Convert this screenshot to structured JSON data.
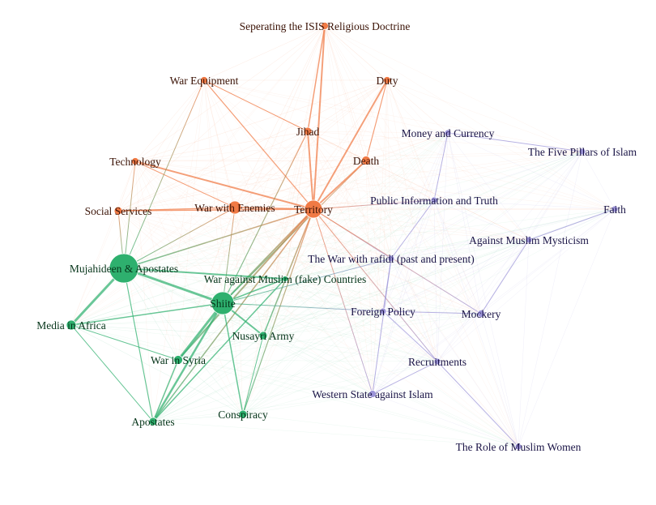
{
  "colors": {
    "orange": "#f07a45",
    "green": "#2eb06e",
    "purple": "#9c94d8",
    "background": "#ffffff"
  },
  "nodes": [
    {
      "id": "sep",
      "label": "Seperating the ISIS Religious Doctrine",
      "group": "orange"
    },
    {
      "id": "wareq",
      "label": "War Equipment",
      "group": "orange"
    },
    {
      "id": "duty",
      "label": "Duty",
      "group": "orange"
    },
    {
      "id": "jihad",
      "label": "Jihad",
      "group": "orange"
    },
    {
      "id": "death",
      "label": "Death",
      "group": "orange"
    },
    {
      "id": "tech",
      "label": "Technology",
      "group": "orange"
    },
    {
      "id": "social",
      "label": "Social Services",
      "group": "orange"
    },
    {
      "id": "warenemies",
      "label": "War with Enemies",
      "group": "orange"
    },
    {
      "id": "territory",
      "label": "Territory",
      "group": "orange"
    },
    {
      "id": "mujahideen",
      "label": "Mujahideen & Apostates",
      "group": "green"
    },
    {
      "id": "waragainst",
      "label": "War against Muslim (fake) Countries",
      "group": "green"
    },
    {
      "id": "shiite",
      "label": "Shiite",
      "group": "green"
    },
    {
      "id": "media",
      "label": "Media in Africa",
      "group": "green"
    },
    {
      "id": "nusayri",
      "label": "Nusayri Army",
      "group": "green"
    },
    {
      "id": "syria",
      "label": "War in Syria",
      "group": "green"
    },
    {
      "id": "apostates",
      "label": "Apostates",
      "group": "green"
    },
    {
      "id": "conspiracy",
      "label": "Conspiracy",
      "group": "green"
    },
    {
      "id": "money",
      "label": "Money and Currency",
      "group": "purple"
    },
    {
      "id": "pillars",
      "label": "The Five Pillars of Islam",
      "group": "purple"
    },
    {
      "id": "faith",
      "label": "Faith",
      "group": "purple"
    },
    {
      "id": "public",
      "label": "Public Information and Truth",
      "group": "purple"
    },
    {
      "id": "mysticism",
      "label": "Against Muslim Mysticism",
      "group": "purple"
    },
    {
      "id": "rafidi",
      "label": "The War with rafidi (past and present)",
      "group": "purple"
    },
    {
      "id": "foreign",
      "label": "Foreign Policy",
      "group": "purple"
    },
    {
      "id": "mockery",
      "label": "Mockery",
      "group": "purple"
    },
    {
      "id": "recruit",
      "label": "Recruitments",
      "group": "purple"
    },
    {
      "id": "western",
      "label": "Western State against Islam",
      "group": "purple"
    },
    {
      "id": "women",
      "label": "The Role of Muslim Women",
      "group": "purple"
    }
  ],
  "edges": [
    {
      "from": "territory",
      "to": "sep",
      "weight": 2
    },
    {
      "from": "territory",
      "to": "duty",
      "weight": 2
    },
    {
      "from": "territory",
      "to": "jihad",
      "weight": 2
    },
    {
      "from": "territory",
      "to": "death",
      "weight": 2
    },
    {
      "from": "territory",
      "to": "tech",
      "weight": 2
    },
    {
      "from": "territory",
      "to": "social",
      "weight": 1.5
    },
    {
      "from": "territory",
      "to": "warenemies",
      "weight": 1.5
    },
    {
      "from": "territory",
      "to": "wareq",
      "weight": 1.2
    },
    {
      "from": "territory",
      "to": "mujahideen",
      "weight": 1.5
    },
    {
      "from": "territory",
      "to": "shiite",
      "weight": 2
    },
    {
      "from": "territory",
      "to": "syria",
      "weight": 2
    },
    {
      "from": "territory",
      "to": "apostates",
      "weight": 1.5
    },
    {
      "from": "territory",
      "to": "nusayri",
      "weight": 1.5
    },
    {
      "from": "territory",
      "to": "conspiracy",
      "weight": 1.2
    },
    {
      "from": "territory",
      "to": "rafidi",
      "weight": 1
    },
    {
      "from": "territory",
      "to": "recruit",
      "weight": 1
    },
    {
      "from": "territory",
      "to": "western",
      "weight": 1
    },
    {
      "from": "territory",
      "to": "mockery",
      "weight": 1
    },
    {
      "from": "territory",
      "to": "public",
      "weight": 1
    },
    {
      "from": "jihad",
      "to": "sep",
      "weight": 1.5
    },
    {
      "from": "jihad",
      "to": "wareq",
      "weight": 1
    },
    {
      "from": "jihad",
      "to": "shiite",
      "weight": 1.2
    },
    {
      "from": "death",
      "to": "duty",
      "weight": 1.2
    },
    {
      "from": "death",
      "to": "shiite",
      "weight": 1
    },
    {
      "from": "warenemies",
      "to": "social",
      "weight": 1.2
    },
    {
      "from": "warenemies",
      "to": "tech",
      "weight": 1
    },
    {
      "from": "warenemies",
      "to": "shiite",
      "weight": 1
    },
    {
      "from": "mujahideen",
      "to": "media",
      "weight": 3
    },
    {
      "from": "mujahideen",
      "to": "shiite",
      "weight": 3
    },
    {
      "from": "mujahideen",
      "to": "waragainst",
      "weight": 2
    },
    {
      "from": "mujahideen",
      "to": "tech",
      "weight": 1
    },
    {
      "from": "mujahideen",
      "to": "social",
      "weight": 1
    },
    {
      "from": "mujahideen",
      "to": "warenemies",
      "weight": 1
    },
    {
      "from": "mujahideen",
      "to": "wareq",
      "weight": 1
    },
    {
      "from": "shiite",
      "to": "syria",
      "weight": 3
    },
    {
      "from": "shiite",
      "to": "apostates",
      "weight": 2.5
    },
    {
      "from": "shiite",
      "to": "nusayri",
      "weight": 2
    },
    {
      "from": "shiite",
      "to": "conspiracy",
      "weight": 1.5
    },
    {
      "from": "shiite",
      "to": "media",
      "weight": 1.5
    },
    {
      "from": "shiite",
      "to": "waragainst",
      "weight": 1.5
    },
    {
      "from": "shiite",
      "to": "foreign",
      "weight": 1
    },
    {
      "from": "shiite",
      "to": "rafidi",
      "weight": 1
    },
    {
      "from": "syria",
      "to": "apostates",
      "weight": 1.5
    },
    {
      "from": "syria",
      "to": "media",
      "weight": 1
    },
    {
      "from": "nusayri",
      "to": "conspiracy",
      "weight": 1
    },
    {
      "from": "apostates",
      "to": "waragainst",
      "weight": 1.5
    },
    {
      "from": "apostates",
      "to": "mujahideen",
      "weight": 1.2
    },
    {
      "from": "media",
      "to": "apostates",
      "weight": 1
    },
    {
      "from": "rafidi",
      "to": "foreign",
      "weight": 1
    },
    {
      "from": "rafidi",
      "to": "public",
      "weight": 1
    },
    {
      "from": "rafidi",
      "to": "western",
      "weight": 1
    },
    {
      "from": "foreign",
      "to": "mockery",
      "weight": 1
    },
    {
      "from": "foreign",
      "to": "recruit",
      "weight": 1
    },
    {
      "from": "recruit",
      "to": "women",
      "weight": 1
    },
    {
      "from": "mysticism",
      "to": "faith",
      "weight": 1
    },
    {
      "from": "pillars",
      "to": "money",
      "weight": 1
    },
    {
      "from": "public",
      "to": "money",
      "weight": 1
    },
    {
      "from": "western",
      "to": "recruit",
      "weight": 1
    },
    {
      "from": "mockery",
      "to": "mysticism",
      "weight": 1
    }
  ]
}
